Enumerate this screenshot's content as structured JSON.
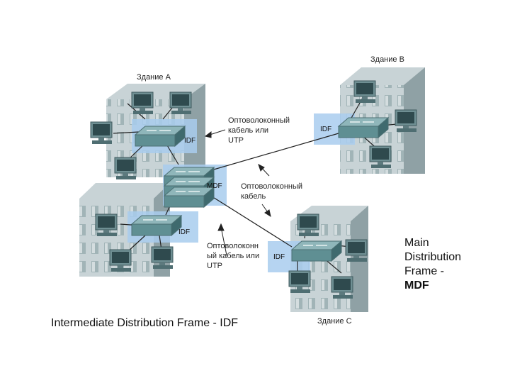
{
  "buildings": {
    "a": "Здание А",
    "b": "Здание В",
    "c": "Здание С"
  },
  "closets": {
    "idf_a_top": "IDF",
    "mdf": "MDF",
    "idf_a_bottom": "IDF",
    "idf_b": "IDF",
    "idf_c": "IDF"
  },
  "links": {
    "top": "Оптоволоконный\nкабель или\nUTP",
    "middle": "Оптоволоконный\nкабель",
    "bottom": "Оптоволоконн\nый кабель или\nUTP"
  },
  "legend": {
    "mdf_line1": "Main",
    "mdf_line2": "Distribution",
    "mdf_line3": "Frame -",
    "mdf_line4": "MDF",
    "idf_text": "Intermediate Distribution Frame - IDF"
  },
  "colors": {
    "building": "#b9c6c9",
    "building_dark": "#8fa1a5",
    "highlight": "#a9cdee",
    "switch": "#5f8f93",
    "monitor": "#6f8f93"
  }
}
